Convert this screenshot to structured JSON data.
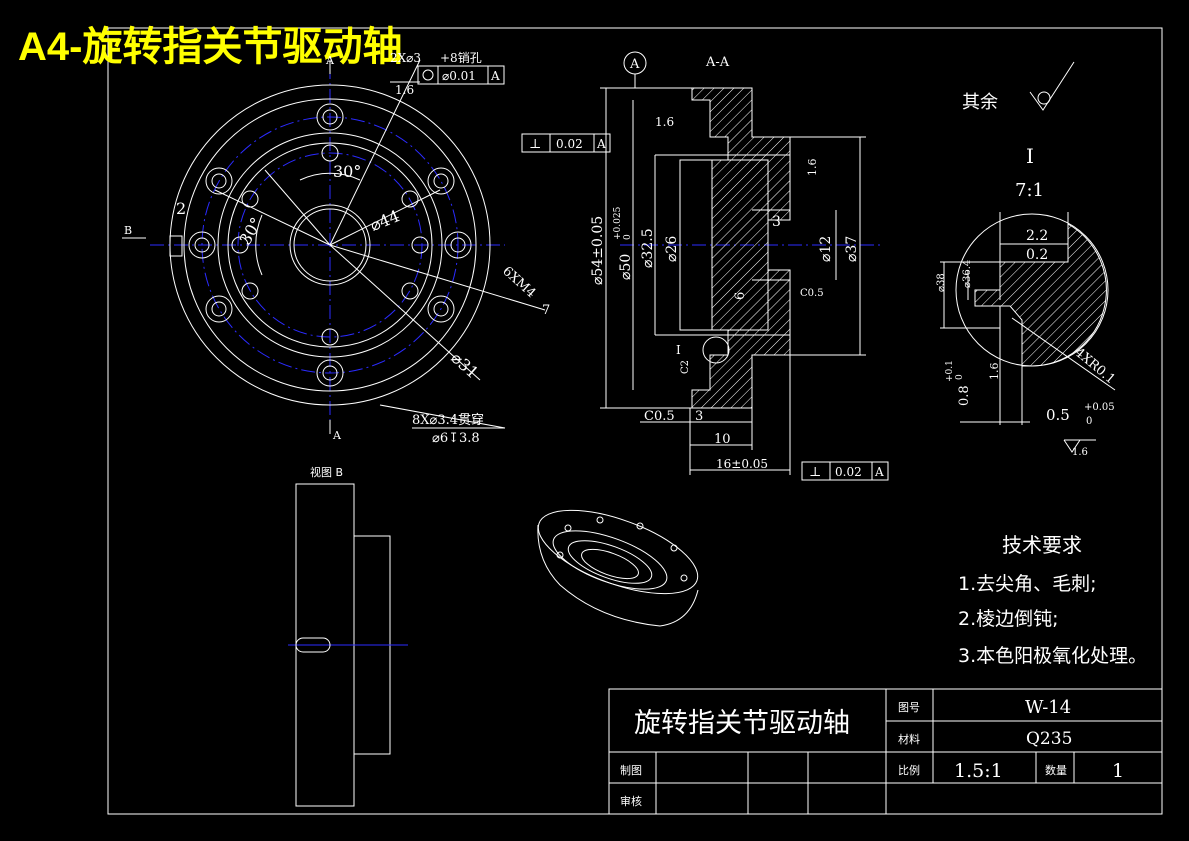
{
  "banner_title": "A4-旋转指关节驱动轴",
  "colors": {
    "background": "#000000",
    "lines": "#ffffff",
    "centerlines": "#2b2bff",
    "banner": "#ffff00"
  },
  "front_view": {
    "section_letter_top": "A",
    "section_letter_bottom": "A",
    "view_letter": "B",
    "dim_30_top": "30°",
    "dim_30_left": "30°",
    "dim_44": "⌀44",
    "dim_31": "⌀31",
    "dim_2": "2",
    "thread_note": "6XM4",
    "thread_depth": "7",
    "hole_note_1": "8X⌀3.4贯穿",
    "hole_note_2": "⌀6↧3.8",
    "pin_note": "2X⌀3",
    "pin_note_suffix": "+8销孔",
    "roughness": "1.6",
    "position_tol": "⌀0.01",
    "position_datum": "A"
  },
  "section_view": {
    "title": "A-A",
    "datum_symbol": "A",
    "roughness_top": "1.6",
    "roughness_right": "1.6",
    "perp_top_value": "0.02",
    "perp_top_datum": "A",
    "perp_bottom_value": "0.02",
    "perp_bottom_datum": "A",
    "dim_54": "⌀54±0.05",
    "dim_50": "⌀50",
    "dim_50_tol": "+0.025",
    "dim_50_tol_low": "0",
    "dim_32_5": "⌀32.5",
    "dim_26": "⌀26",
    "dim_12": "⌀12",
    "dim_37": "⌀37",
    "dim_3_right": "3",
    "dim_6": "6",
    "dim_c05": "C0.5",
    "dim_c2": "C2",
    "dim_c05_left": "C0.5",
    "dim_3_bottom": "3",
    "dim_10": "10",
    "dim_16": "16±0.05",
    "detail_ref": "I"
  },
  "detail_view": {
    "rest_label": "其余",
    "roman": "I",
    "scale": "7:1",
    "dim_2_2": "2.2",
    "dim_0_2": "0.2",
    "dim_38": "⌀38",
    "dim_36_4": "⌀36.4",
    "radius": "4XR0.1",
    "roughness": "1.6",
    "dim_0_8": "0.8",
    "dim_0_8_tol": "+0.1",
    "dim_0_8_tol_low": "0",
    "dim_0_5": "0.5",
    "dim_0_5_tol": "+0.05",
    "dim_0_5_tol_low": "0",
    "roughness_bottom": "1.6"
  },
  "view_b": {
    "label": "视图 B"
  },
  "tech_requirements": {
    "heading": "技术要求",
    "items": [
      "1.去尖角、毛刺;",
      "2.棱边倒钝;",
      "3.本色阳极氧化处理。"
    ]
  },
  "title_block": {
    "part_name": "旋转指关节驱动轴",
    "drawing_no_label": "图号",
    "drawing_no": "W-14",
    "material_label": "材料",
    "material": "Q235",
    "scale_label": "比例",
    "scale": "1.5:1",
    "quantity_label": "数量",
    "quantity": "1",
    "drawn_label": "制图",
    "checked_label": "审核"
  }
}
